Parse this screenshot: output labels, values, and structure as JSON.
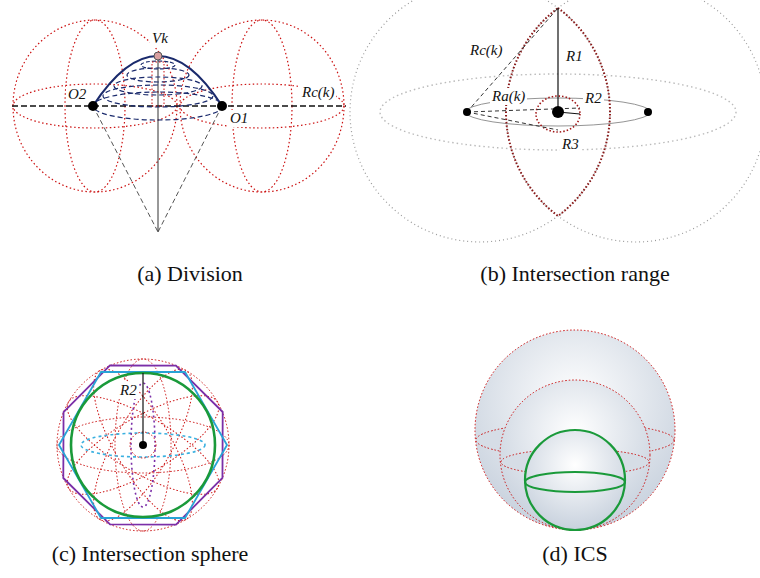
{
  "diagram": {
    "labels": [
      "Vk",
      "O2",
      "O1",
      "Rc(k)",
      "Rc(k)",
      "R1",
      "Ra(k)",
      "R2",
      "R3",
      "R2",
      "(a) Division",
      "(b) Intersection range",
      "(c) Intersection sphere",
      "(d) ICS"
    ]
  }
}
